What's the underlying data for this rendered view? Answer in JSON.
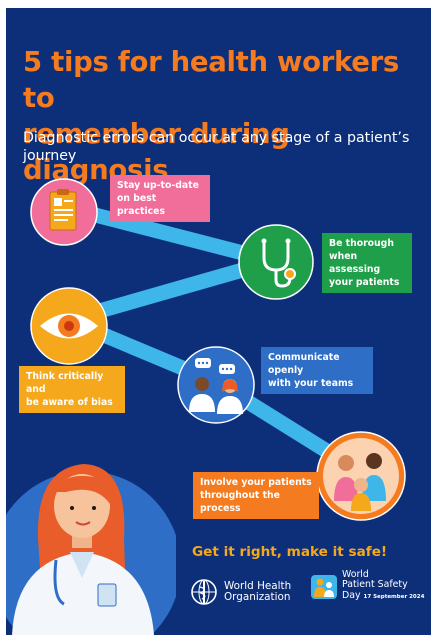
{
  "header": {
    "title_line1": "5 tips for health workers to",
    "title_line2": "remember during diagnosis",
    "subtitle": "Diagnostic errors can occur at any stage of a patient’s journey"
  },
  "tips": [
    {
      "line1": "Stay up-to-date",
      "line2": "on best practices",
      "icon": "clipboard-icon",
      "color": "#f26e9a"
    },
    {
      "line1": "Be thorough",
      "line2": "when assessing",
      "line3": "your patients",
      "icon": "stethoscope-icon",
      "color": "#1f9f4a"
    },
    {
      "line1": "Think critically and",
      "line2": "be aware of bias",
      "icon": "eye-icon",
      "color": "#f5a81c"
    },
    {
      "line1": "Communicate openly",
      "line2": "with your teams",
      "icon": "health-team-icon",
      "color": "#2f6ec6"
    },
    {
      "line1": "Involve your patients",
      "line2": "throughout the process",
      "icon": "patient-family-icon",
      "color": "#f47b20"
    }
  ],
  "slogan": "Get it right, make it safe!",
  "footer": {
    "who_line1": "World Health",
    "who_line2": "Organization",
    "wpsd_line1": "World",
    "wpsd_line2": "Patient Safety",
    "wpsd_line3": "Day",
    "wpsd_date": "17 September 2024"
  },
  "colors": {
    "background": "#0d2f7a",
    "path": "#3fb6ea",
    "title": "#f47b20",
    "slogan": "#f5a81c"
  }
}
